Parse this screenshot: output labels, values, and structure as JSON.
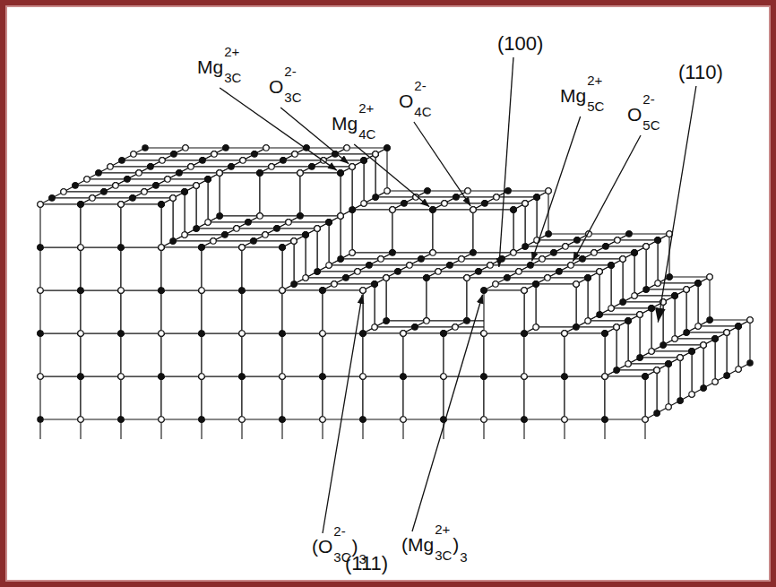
{
  "diagram": {
    "labels": [
      "Mg",
      "2+",
      "3C",
      "O",
      "2-",
      "3C",
      "Mg",
      "2+",
      "4C",
      "O",
      "2-",
      "4C",
      "(100)",
      "Mg",
      "2+",
      "5C",
      "O",
      "2-",
      "5C",
      "(110)",
      "(O",
      "2-",
      "3C",
      ")",
      "3",
      "(Mg",
      "2+",
      "3C",
      ")",
      "3",
      "(111)"
    ]
  }
}
